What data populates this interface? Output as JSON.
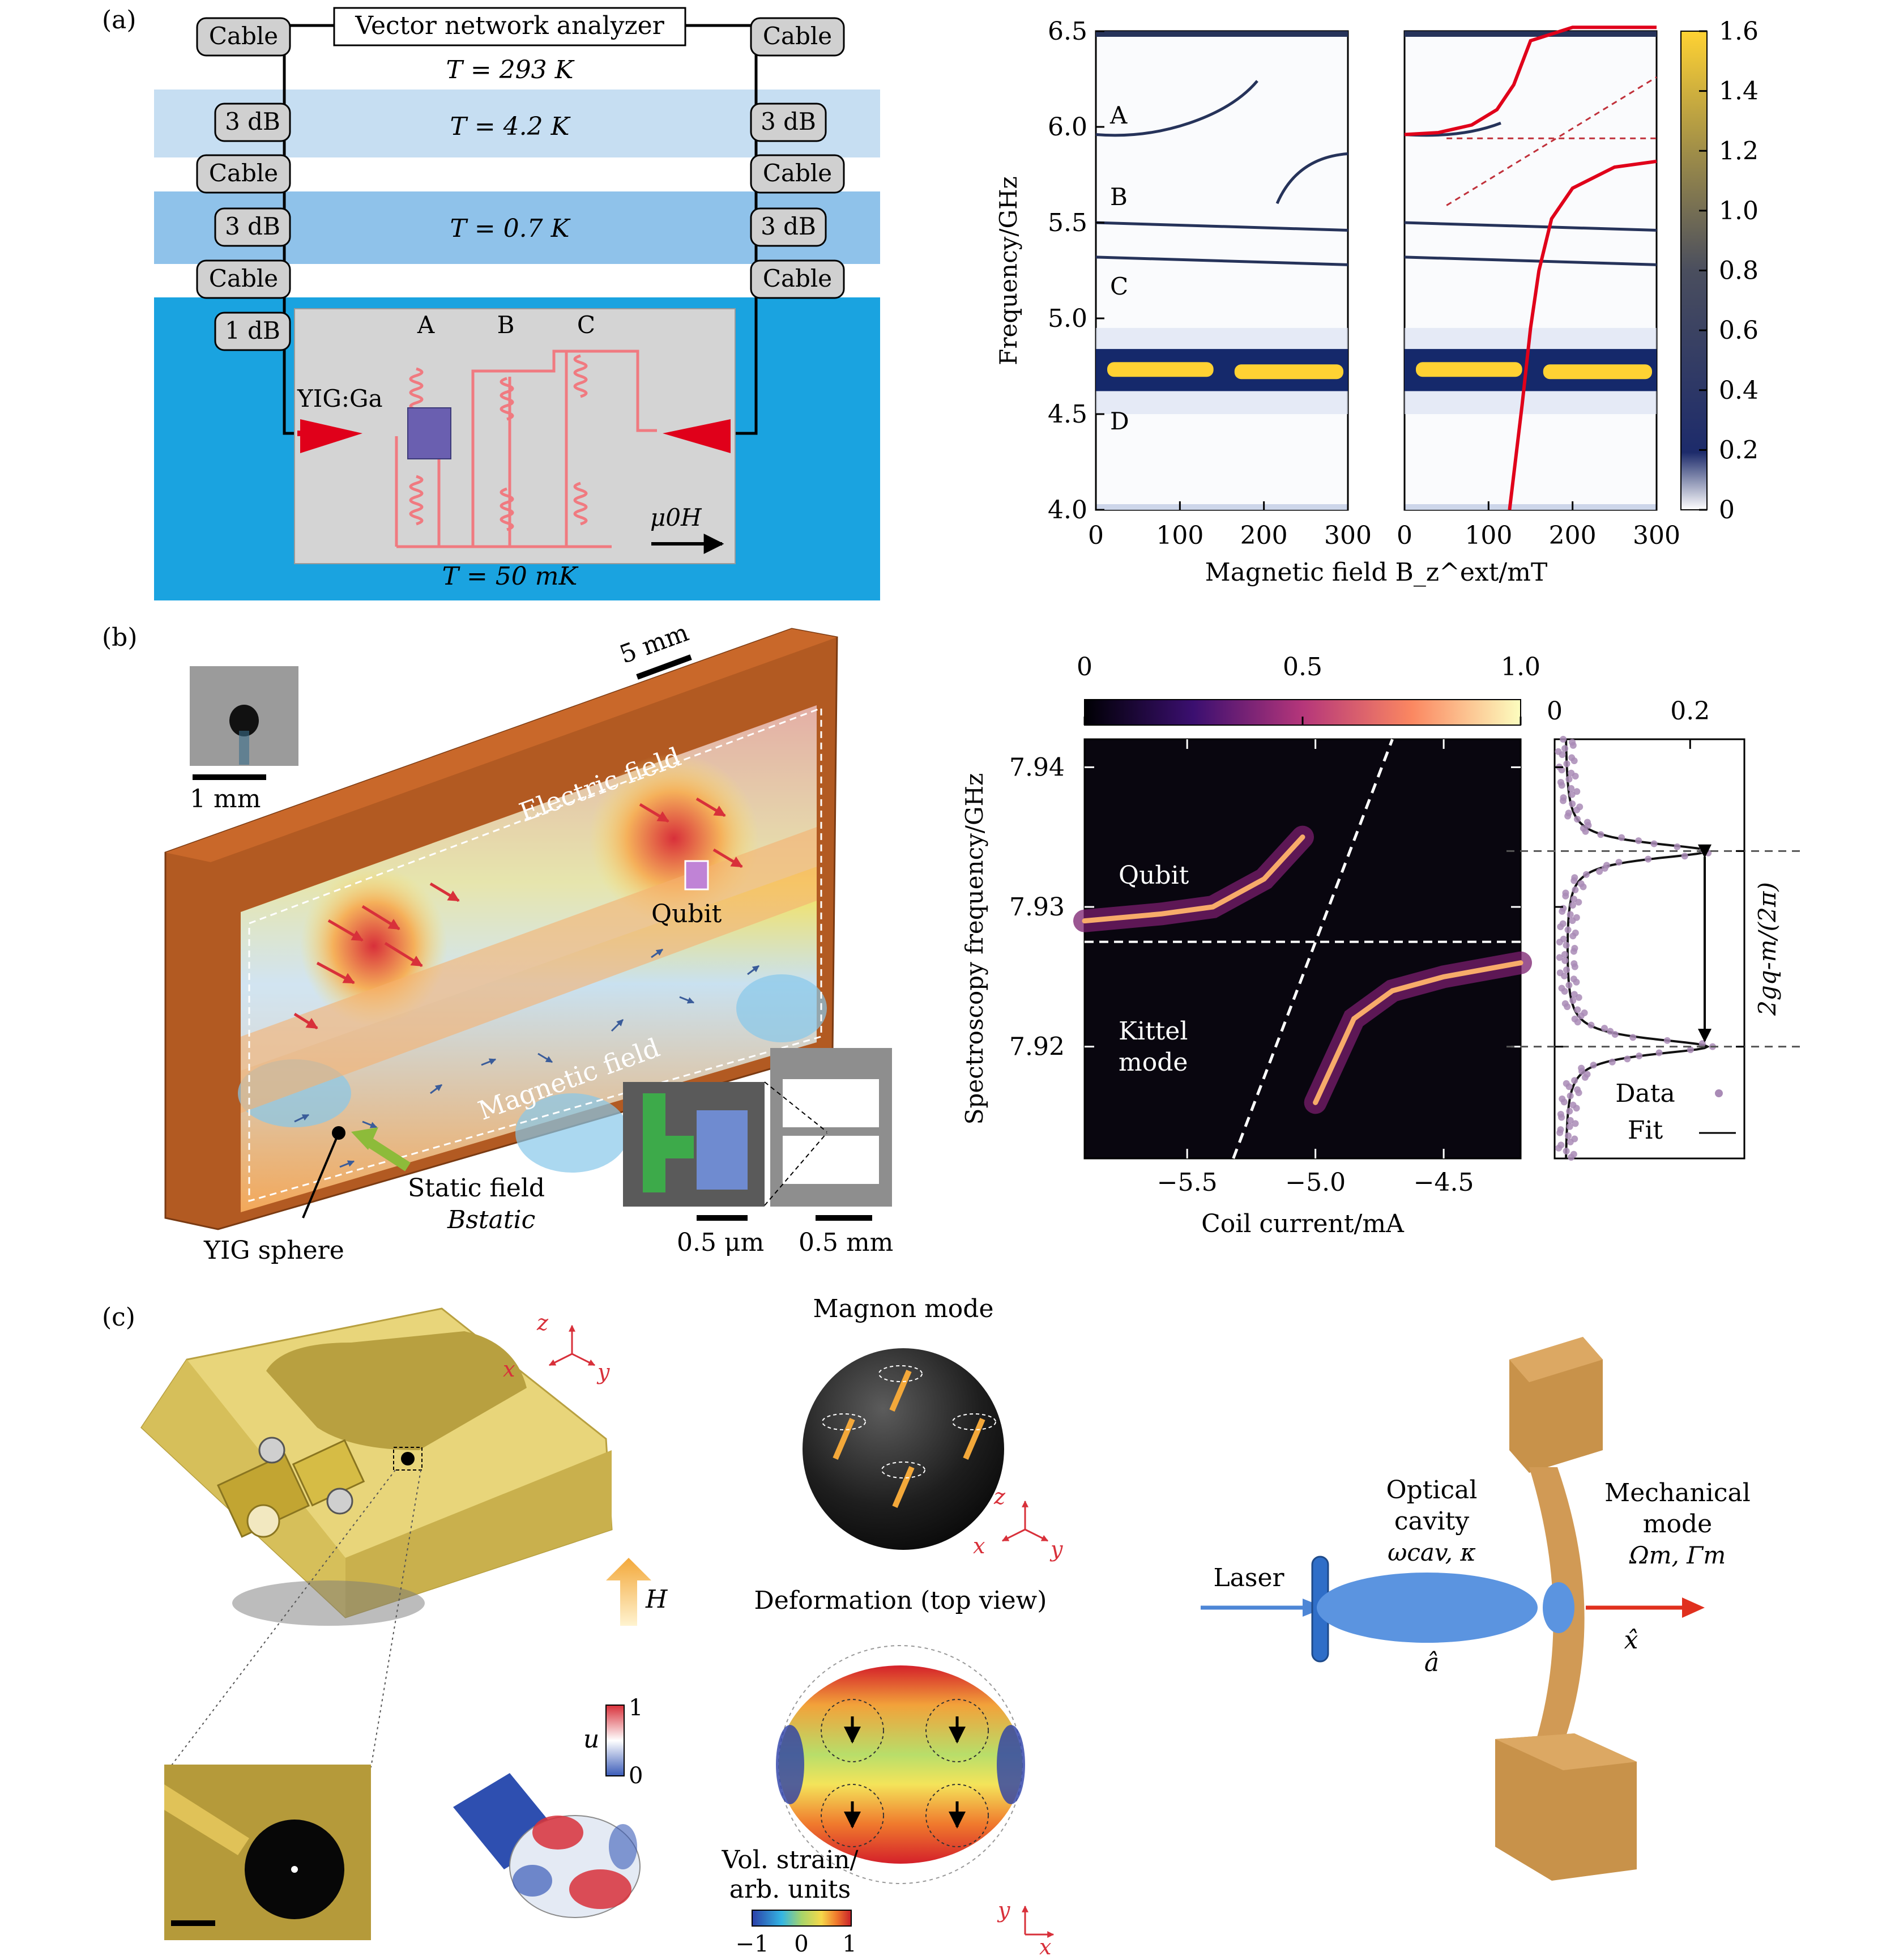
{
  "panels": {
    "a": {
      "label": "(a)",
      "setup": {
        "title": "Vector network analyzer",
        "t_room": "T = 293 K",
        "t_1": "T = 4.2 K",
        "t_2": "T = 0.7 K",
        "t_3": "T = 50 mK",
        "cable": "Cable",
        "att3": "3 dB",
        "att1": "1 dB",
        "res_a": "A",
        "res_b": "B",
        "res_c": "C",
        "yig": "YIG:Ga",
        "field": "μ0H"
      },
      "chart_left": {
        "mode_a": "A",
        "mode_b": "B",
        "mode_c": "C",
        "mode_d": "D"
      },
      "colors": {
        "room": "#ffffff",
        "stage1": "#c6def2",
        "stage2": "#8fc2ea",
        "stage3": "#1aa3e0",
        "chip": "#d4d4d4",
        "resonator": "#f07a80",
        "fit": "#e0001a"
      }
    },
    "b": {
      "label": "(b)",
      "scale_top": "5 mm",
      "inset_scale": "1 mm",
      "electric": "Electric field",
      "magnetic": "Magnetic field",
      "qubit": "Qubit",
      "static_field": "Static field",
      "b_static": "Bstatic",
      "yig_sphere": "YIG sphere",
      "scale_um": "0.5 μm",
      "scale_mm": "0.5 mm",
      "chart_qubit": "Qubit",
      "chart_kittel_1": "Kittel",
      "chart_kittel_2": "mode",
      "data_label": "Data",
      "fit_label": "Fit",
      "coupling": "2gq-m/(2π)"
    },
    "c": {
      "label": "(c)",
      "magnon": "Magnon mode",
      "deformation": "Deformation (top view)",
      "vol_strain_1": "Vol. strain/",
      "vol_strain_2": "arb. units",
      "cb_min": "−1",
      "cb_mid": "0",
      "cb_max": "1",
      "u_label": "u",
      "u_max": "1",
      "u_min": "0",
      "h_label": "H",
      "laser": "Laser",
      "optical_1": "Optical",
      "optical_2": "cavity",
      "optical_3": "ωcav, κ",
      "a_hat": "â",
      "mech_1": "Mechanical",
      "mech_2": "mode",
      "mech_3": "Ωm, Γm",
      "x_hat": "x̂",
      "ax_x": "x",
      "ax_y": "y",
      "ax_z": "z"
    }
  },
  "chart_data": [
    {
      "type": "heatmap",
      "title": "",
      "xlabel": "Magnetic field B_z^ext/mT",
      "ylabel": "Frequency/GHz",
      "xlim": [
        0,
        300
      ],
      "ylim": [
        4.0,
        6.5
      ],
      "xticks": [
        "0",
        "100",
        "200",
        "300"
      ],
      "yticks": [
        "4.0",
        "4.5",
        "5.0",
        "5.5",
        "6.0",
        "6.5"
      ],
      "modes": [
        {
          "name": "A",
          "frequency_ghz": 5.96
        },
        {
          "name": "B",
          "frequency_ghz": 5.5
        },
        {
          "name": "C",
          "frequency_ghz": 5.32
        },
        {
          "name": "D",
          "frequency_ghz": 4.73
        }
      ]
    },
    {
      "type": "heatmap",
      "title": "",
      "xlabel": "Magnetic field B_z^ext/mT",
      "xlim": [
        0,
        300
      ],
      "ylim": [
        4.0,
        6.5
      ],
      "xticks": [
        "0",
        "100",
        "200",
        "300"
      ],
      "colorbar": {
        "min": 0,
        "max": 1.6,
        "ticks": [
          "0",
          "0.2",
          "0.4",
          "0.6",
          "0.8",
          "1.0",
          "1.2",
          "1.4",
          "1.6"
        ]
      },
      "fit_upper": {
        "x": [
          0,
          40,
          80,
          110,
          130,
          150,
          200,
          300
        ],
        "y": [
          5.96,
          5.97,
          6.01,
          6.09,
          6.22,
          6.45,
          6.52,
          6.52
        ]
      },
      "fit_lower": {
        "x": [
          125,
          140,
          150,
          160,
          175,
          200,
          250,
          300
        ],
        "y": [
          4.0,
          4.55,
          4.95,
          5.25,
          5.52,
          5.68,
          5.79,
          5.82
        ]
      },
      "uncoupled_cavity": {
        "x": [
          50,
          300
        ],
        "y": [
          5.94,
          5.94
        ]
      },
      "uncoupled_magnon": {
        "x": [
          50,
          300
        ],
        "y": [
          5.59,
          6.26
        ]
      }
    },
    {
      "type": "heatmap",
      "title": "",
      "xlabel": "Coil current/mA",
      "ylabel": "Spectroscopy frequency/GHz",
      "xlim": [
        -5.9,
        -4.2
      ],
      "ylim": [
        7.912,
        7.942
      ],
      "xticks": [
        "−5.5",
        "−5.0",
        "−4.5"
      ],
      "yticks": [
        "7.92",
        "7.93",
        "7.94"
      ],
      "colorbar": {
        "min": 0,
        "max": 1.0,
        "ticks": [
          "0",
          "0.5",
          "1.0"
        ]
      },
      "qubit_branch": {
        "x": [
          -5.9,
          -5.6,
          -5.4,
          -5.2,
          -5.05
        ],
        "y": [
          7.929,
          7.9295,
          7.93,
          7.932,
          7.935
        ]
      },
      "kittel_branch": {
        "x": [
          -5.0,
          -4.85,
          -4.7,
          -4.5,
          -4.2
        ],
        "y": [
          7.916,
          7.922,
          7.924,
          7.925,
          7.926
        ]
      },
      "magnon_line": {
        "x": [
          -5.32,
          -4.7
        ],
        "y": [
          7.912,
          7.942
        ]
      },
      "crossing_level": 7.9275
    },
    {
      "type": "line",
      "title": "",
      "xlim": [
        0,
        0.28
      ],
      "xticks": [
        "0",
        "0.2"
      ],
      "series": [
        {
          "name": "Data"
        },
        {
          "name": "Fit"
        }
      ],
      "peaks_ghz": [
        7.934,
        7.92
      ]
    }
  ]
}
